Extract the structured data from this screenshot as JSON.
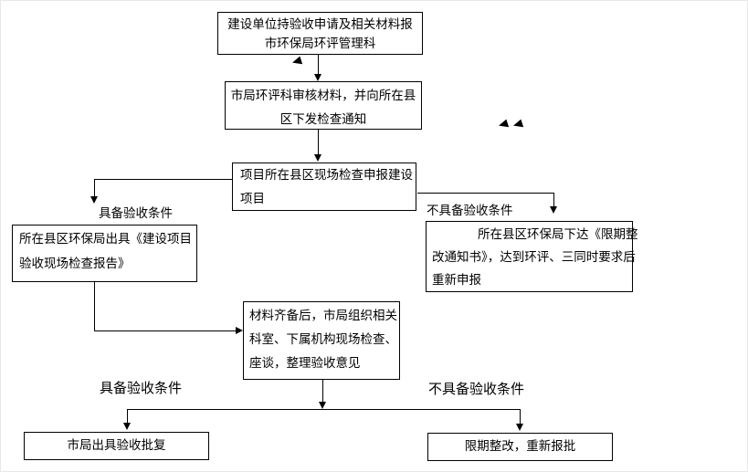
{
  "page": {
    "background": "#ffffff",
    "line_color": "#000000",
    "text_color": "#000000"
  },
  "flowchart": {
    "nodes": {
      "submit_application": {
        "lines": [
          "建设单位持验收申请及相关材料报",
          "市环保局环评管理科"
        ]
      },
      "review_materials": {
        "lines": [
          "市局环评科审核材料，并向所在县",
          "区下发检查通知"
        ]
      },
      "county_site_check": {
        "lines": [
          "项目所在县区现场检查申报建设",
          "项目"
        ]
      },
      "issue_inspection_report": {
        "lines": [
          "所在县区环保局出具《建设项目",
          "验收现场检查报告》"
        ]
      },
      "rectification_notice": {
        "lines": [
          "所在县区环保局下达《限期整",
          "改通知书》，达到环评、三同时要求后",
          "重新申报"
        ]
      },
      "organize_acceptance": {
        "lines": [
          "材料齐备后，市局组织相关",
          "科室、下属机构现场检查、",
          "座谈，整理验收意见"
        ]
      },
      "issue_approval": {
        "lines": [
          "市局出具验收批复"
        ]
      },
      "rectify_resubmit": {
        "lines": [
          "限期整改，重新报批"
        ]
      }
    },
    "labels": {
      "qualified_top": "具备验收条件",
      "unqualified_top": "不具备验收条件",
      "qualified_bottom": "具备验收条件",
      "unqualified_bottom": "不具备验收条件"
    }
  }
}
